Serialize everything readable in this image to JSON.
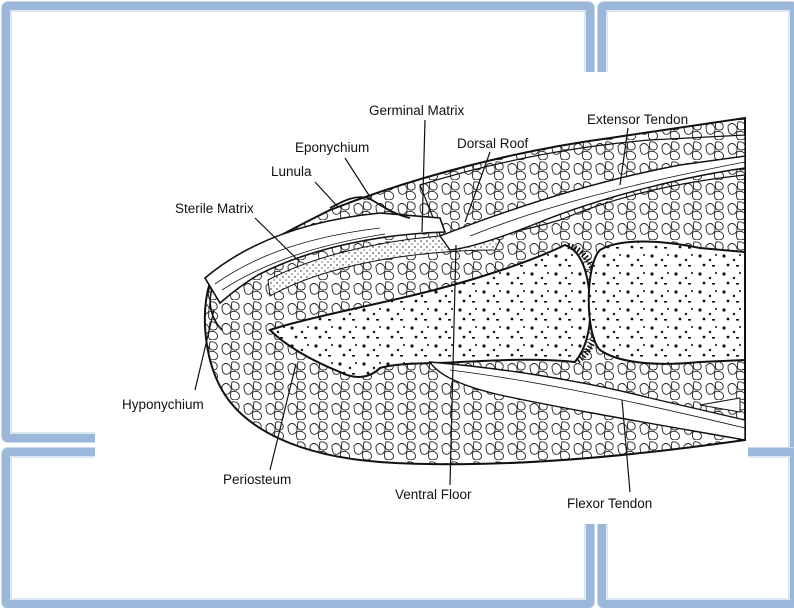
{
  "diagram": {
    "labels": {
      "germinal_matrix": "Germinal Matrix",
      "extensor_tendon": "Extensor Tendon",
      "eponychium": "Eponychium",
      "dorsal_roof": "Dorsal Roof",
      "lunula": "Lunula",
      "sterile_matrix": "Sterile Matrix",
      "hyponychium": "Hyponychium",
      "periosteum": "Periosteum",
      "ventral_floor": "Ventral Floor",
      "flexor_tendon": "Flexor Tendon"
    }
  },
  "colors": {
    "frame_border": "#9bb7d9",
    "ink": "#111111",
    "background": "#ffffff"
  }
}
